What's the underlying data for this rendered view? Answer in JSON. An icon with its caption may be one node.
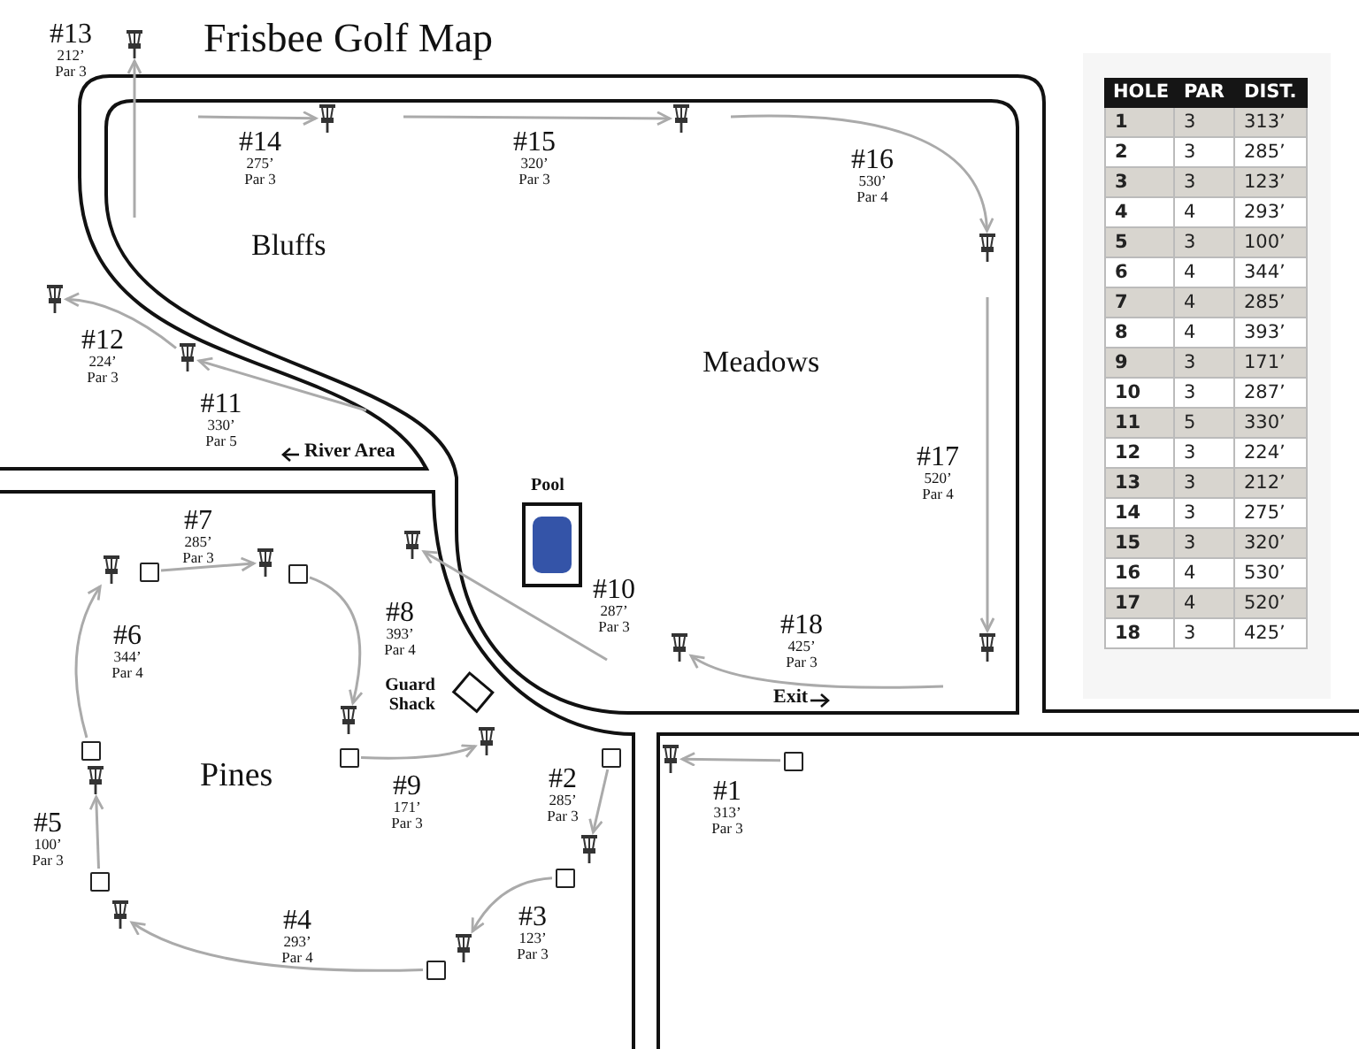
{
  "diagram": {
    "title": "Frisbee Golf Map",
    "nodes": [
      {
        "text": [],
        "shape": "box"
      },
      {
        "text": [],
        "shape": "picture"
      },
      {
        "text": [],
        "shape": "box"
      },
      {
        "text": [],
        "shape": "picture"
      },
      {
        "text": [],
        "shape": "box"
      },
      {
        "text": [],
        "shape": "picture"
      },
      {
        "text": [],
        "shape": "box"
      },
      {
        "text": [],
        "shape": "picture"
      },
      {
        "text": [],
        "shape": "box"
      },
      {
        "text": [],
        "shape": "picture"
      },
      {
        "text": [],
        "shape": "box"
      },
      {
        "text": [],
        "shape": "picture"
      },
      {
        "text": [],
        "shape": "box"
      },
      {
        "text": [],
        "shape": "picture"
      },
      {
        "text": [],
        "shape": "box"
      },
      {
        "text": [],
        "shape": "picture"
      },
      {
        "text": [],
        "shape": "box"
      },
      {
        "text": [],
        "shape": "picture"
      },
      {
        "text": [],
        "shape": "picture"
      },
      {
        "text": [],
        "shape": "picture"
      },
      {
        "text": [],
        "shape": "picture"
      },
      {
        "text": [],
        "shape": "picture"
      },
      {
        "text": [],
        "shape": "picture"
      },
      {
        "text": [],
        "shape": "picture"
      },
      {
        "text": [],
        "shape": "picture"
      },
      {
        "text": [],
        "shape": "picture"
      },
      {
        "text": [],
        "shape": "picture"
      }
    ],
    "edges": [
      {
        "from": 0,
        "to": 1,
        "arrow": "to"
      },
      {
        "from": 2,
        "to": 3,
        "arrow": "to"
      },
      {
        "from": 4,
        "to": 5,
        "arrow": "to"
      },
      {
        "from": 6,
        "to": 7,
        "arrow": "to"
      },
      {
        "from": 8,
        "to": 9,
        "arrow": "to"
      },
      {
        "from": 10,
        "to": 11,
        "arrow": "to"
      },
      {
        "from": 12,
        "to": 13,
        "arrow": "to"
      },
      {
        "from": 14,
        "to": 15,
        "arrow": "to"
      },
      {
        "from": 16,
        "to": 17,
        "arrow": "to"
      },
      {
        "from": null,
        "to": 18,
        "arrow": "to"
      },
      {
        "from": null,
        "to": 19,
        "arrow": "to"
      },
      {
        "from": 19,
        "to": 20,
        "arrow": "to"
      },
      {
        "from": null,
        "to": 21,
        "arrow": "to"
      },
      {
        "from": null,
        "to": 22,
        "arrow": "to"
      },
      {
        "from": null,
        "to": 23,
        "arrow": "to"
      },
      {
        "from": null,
        "to": 24,
        "arrow": "to"
      },
      {
        "from": null,
        "to": 25,
        "arrow": "to"
      },
      {
        "from": null,
        "to": 26,
        "arrow": "to"
      }
    ],
    "labels": [
      "#1",
      "313’",
      "Par 3",
      "#2",
      "285’",
      "Par 3",
      "#3",
      "123’",
      "Par 3",
      "#4",
      "293’",
      "Par 4",
      "#5",
      "100’",
      "Par 3",
      "#6",
      "344’",
      "Par 4",
      "#7",
      "285’",
      "Par 3",
      "#8",
      "393’",
      "Par 4",
      "#9",
      "171’",
      "Par 3",
      "#10",
      "287’",
      "Par 3",
      "#11",
      "330’",
      "Par 5",
      "#12",
      "224’",
      "Par 3",
      "#13",
      "212’",
      "Par 3",
      "#14",
      "275’",
      "Par 3",
      "#15",
      "320’",
      "Par 3",
      "#16",
      "530’",
      "Par 4",
      "#17",
      "520’",
      "Par 4",
      "#18",
      "425’",
      "Par 3",
      "Bluffs",
      "Meadows",
      "River Area",
      "Pool",
      "Guard Shack",
      "Pines",
      "Exit",
      "HOLE",
      "PAR",
      "DIST.",
      "1",
      "3",
      "313’",
      "2",
      "3",
      "285’",
      "3",
      "3",
      "123’",
      "4",
      "4",
      "293’",
      "5",
      "3",
      "100’",
      "6",
      "4",
      "344’",
      "7",
      "4",
      "285’",
      "8",
      "4",
      "393’",
      "9",
      "3",
      "171’",
      "10",
      "3",
      "287’",
      "11",
      "5",
      "330’",
      "12",
      "3",
      "224’",
      "13",
      "3",
      "212’",
      "14",
      "3",
      "275’",
      "15",
      "3",
      "320’",
      "16",
      "4",
      "530’",
      "17",
      "4",
      "520’",
      "18",
      "3",
      "425’"
    ]
  }
}
